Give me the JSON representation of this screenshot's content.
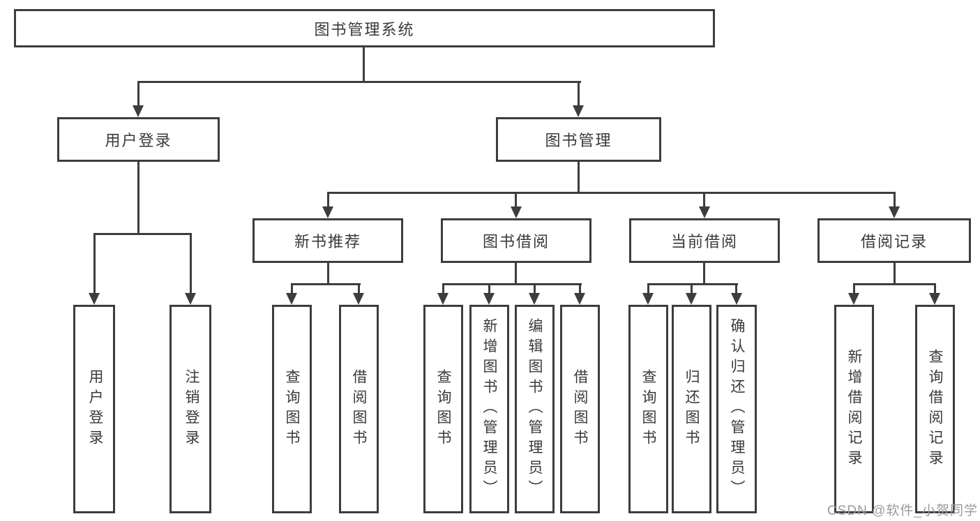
{
  "tree": {
    "root": {
      "label": "图书管理系统"
    },
    "login": {
      "label": "用户登录",
      "children": [
        "用户登录",
        "注销登录"
      ]
    },
    "mgmt": {
      "label": "图书管理",
      "sections": [
        {
          "label": "新书推荐",
          "children": [
            "查询图书",
            "借阅图书"
          ]
        },
        {
          "label": "图书借阅",
          "children": [
            "查询图书",
            "新增图书（管理员）",
            "编辑图书（管理员）",
            "借阅图书"
          ]
        },
        {
          "label": "当前借阅",
          "children": [
            "查询图书",
            "归还图书",
            "确认归还（管理员）"
          ]
        },
        {
          "label": "借阅记录",
          "children": [
            "新增借阅记录",
            "查询借阅记录"
          ]
        }
      ]
    }
  },
  "watermark": {
    "text": "CSDN @软件_小贺同学"
  },
  "colors": {
    "line": "#3d3d3d",
    "text": "#3a3a3a",
    "watermark": "#9b9b9b",
    "box_background": "#ffffff"
  }
}
